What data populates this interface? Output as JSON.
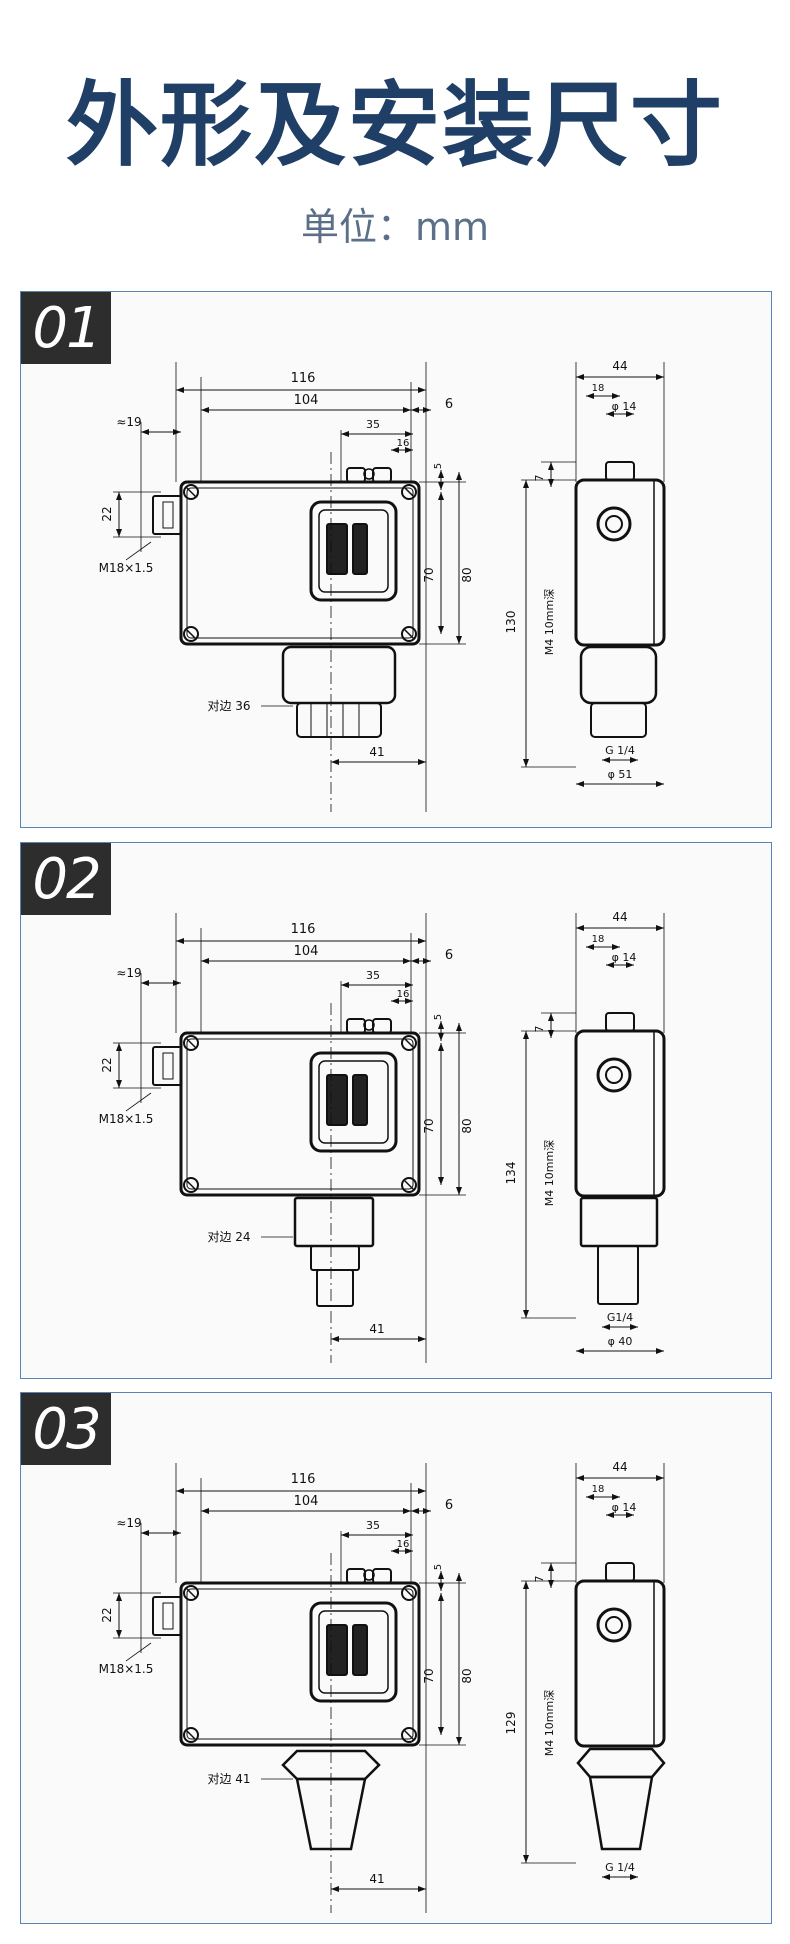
{
  "header": {
    "title": "外形及安装尺寸",
    "unit_label": "单位：mm"
  },
  "panels": [
    {
      "badge": "01",
      "labels": {
        "w116": "116",
        "w104": "104",
        "d6": "6",
        "d35": "35",
        "d16": "16",
        "d5": "5",
        "h70": "70",
        "h80": "80",
        "approx": "≈19",
        "d22": "22",
        "thread": "M18×1.5",
        "flats": "对边 36",
        "d41": "41",
        "side44": "44",
        "side18": "18",
        "phi14": "φ 14",
        "d7": "7",
        "height": "130",
        "m4": "M4 10mm深",
        "g14": "G 1/4",
        "phi": "φ 51"
      }
    },
    {
      "badge": "02",
      "labels": {
        "w116": "116",
        "w104": "104",
        "d6": "6",
        "d35": "35",
        "d16": "16",
        "d5": "5",
        "h70": "70",
        "h80": "80",
        "approx": "≈19",
        "d22": "22",
        "thread": "M18×1.5",
        "flats": "对边 24",
        "d41": "41",
        "side44": "44",
        "side18": "18",
        "phi14": "φ 14",
        "d7": "7",
        "height": "134",
        "m4": "M4 10mm深",
        "g14": "G1/4",
        "phi": "φ 40"
      }
    },
    {
      "badge": "03",
      "labels": {
        "w116": "116",
        "w104": "104",
        "d6": "6",
        "d35": "35",
        "d16": "16",
        "d5": "5",
        "h70": "70",
        "h80": "80",
        "approx": "≈19",
        "d22": "22",
        "thread": "M18×1.5",
        "flats": "对边 41",
        "d41": "41",
        "side44": "44",
        "side18": "18",
        "phi14": "φ 14",
        "d7": "7",
        "height": "129",
        "m4": "M4 10mm深",
        "g14": "G 1/4",
        "phi": ""
      }
    }
  ],
  "colors": {
    "title": "#1f3f66",
    "subtitle": "#5b6f88",
    "panel_border": "#5a83b7",
    "badge_bg": "#2d2d2d"
  }
}
